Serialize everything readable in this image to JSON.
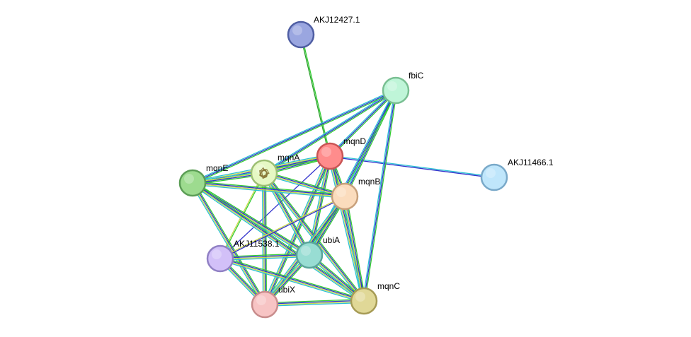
{
  "nodes": [
    {
      "id": "AKJ12427.1",
      "label": "AKJ12427.1",
      "fill": "#9aa6e0",
      "stroke": "#4f5ea3",
      "icon": null
    },
    {
      "id": "fbiC",
      "label": "fbiC",
      "fill": "#bff5d8",
      "stroke": "#79bf92",
      "icon": null
    },
    {
      "id": "mqnD",
      "label": "mqnD",
      "fill": "#ff8c8c",
      "stroke": "#c95555",
      "icon": null
    },
    {
      "id": "AKJ11466.1",
      "label": "AKJ11466.1",
      "fill": "#bfe6fb",
      "stroke": "#79a9c9",
      "icon": null
    },
    {
      "id": "mqnA",
      "label": "mqnA",
      "fill": "#e6f8c4",
      "stroke": "#9dbf74",
      "icon": "protein-structure-icon"
    },
    {
      "id": "mqnE",
      "label": "mqnE",
      "fill": "#9ddb8f",
      "stroke": "#5b9d55",
      "icon": null
    },
    {
      "id": "mqnB",
      "label": "mqnB",
      "fill": "#fbdcbd",
      "stroke": "#c7a07b",
      "icon": null
    },
    {
      "id": "AKJ11538.1",
      "label": "AKJ11538.1",
      "fill": "#d2c0f8",
      "stroke": "#9080c4",
      "icon": null
    },
    {
      "id": "ubiA",
      "label": "ubiA",
      "fill": "#98ddd3",
      "stroke": "#5aa59a",
      "icon": null
    },
    {
      "id": "ubiX",
      "label": "ubiX",
      "fill": "#f7c4c4",
      "stroke": "#c88c8c",
      "icon": null
    },
    {
      "id": "mqnC",
      "label": "mqnC",
      "fill": "#e0d897",
      "stroke": "#a69b55",
      "icon": null
    }
  ],
  "edges": [
    {
      "from": "AKJ12427.1",
      "to": "mqnD",
      "colors": [
        "#33cc33",
        "#2ca02c"
      ]
    },
    {
      "from": "mqnD",
      "to": "AKJ11466.1",
      "colors": [
        "#2bc0d4",
        "#3333cc"
      ]
    },
    {
      "from": "fbiC",
      "to": "mqnD",
      "colors": [
        "#33cc33",
        "#3333cc",
        "#2bc0d4"
      ]
    },
    {
      "from": "fbiC",
      "to": "mqnA",
      "colors": [
        "#33cc33",
        "#3333cc",
        "#2bc0d4"
      ]
    },
    {
      "from": "fbiC",
      "to": "mqnE",
      "colors": [
        "#33cc33",
        "#3333cc",
        "#2bc0d4"
      ]
    },
    {
      "from": "fbiC",
      "to": "mqnB",
      "colors": [
        "#33cc33",
        "#3333cc",
        "#2bc0d4"
      ]
    },
    {
      "from": "fbiC",
      "to": "ubiA",
      "colors": [
        "#33cc33",
        "#3333cc",
        "#2bc0d4"
      ]
    },
    {
      "from": "fbiC",
      "to": "mqnC",
      "colors": [
        "#33cc33",
        "#3333cc",
        "#2bc0d4"
      ]
    },
    {
      "from": "mqnD",
      "to": "mqnA",
      "colors": [
        "#33cc33",
        "#3333cc",
        "#c8d84a",
        "#2bc0d4"
      ]
    },
    {
      "from": "mqnD",
      "to": "mqnE",
      "colors": [
        "#33cc33",
        "#3333cc",
        "#c8d84a",
        "#2bc0d4"
      ]
    },
    {
      "from": "mqnD",
      "to": "mqnB",
      "colors": [
        "#33cc33",
        "#3333cc",
        "#c8d84a",
        "#2bc0d4"
      ]
    },
    {
      "from": "mqnD",
      "to": "AKJ11538.1",
      "colors": [
        "#3333cc"
      ]
    },
    {
      "from": "mqnD",
      "to": "ubiA",
      "colors": [
        "#33cc33",
        "#3333cc",
        "#c8d84a",
        "#2bc0d4"
      ]
    },
    {
      "from": "mqnD",
      "to": "ubiX",
      "colors": [
        "#33cc33",
        "#3333cc",
        "#c8d84a",
        "#2bc0d4"
      ]
    },
    {
      "from": "mqnD",
      "to": "mqnC",
      "colors": [
        "#33cc33",
        "#3333cc",
        "#c8d84a",
        "#2bc0d4"
      ]
    },
    {
      "from": "mqnA",
      "to": "mqnE",
      "colors": [
        "#33cc33",
        "#3333cc",
        "#c8d84a",
        "#2bc0d4"
      ]
    },
    {
      "from": "mqnA",
      "to": "mqnB",
      "colors": [
        "#33cc33",
        "#3333cc",
        "#c8d84a",
        "#2bc0d4"
      ]
    },
    {
      "from": "mqnA",
      "to": "AKJ11538.1",
      "colors": [
        "#33cc33",
        "#c8d84a"
      ]
    },
    {
      "from": "mqnA",
      "to": "ubiA",
      "colors": [
        "#33cc33",
        "#3333cc",
        "#c8d84a",
        "#2bc0d4"
      ]
    },
    {
      "from": "mqnA",
      "to": "ubiX",
      "colors": [
        "#33cc33",
        "#3333cc",
        "#c8d84a",
        "#2bc0d4"
      ]
    },
    {
      "from": "mqnA",
      "to": "mqnC",
      "colors": [
        "#33cc33",
        "#3333cc",
        "#c8d84a",
        "#2bc0d4"
      ]
    },
    {
      "from": "mqnE",
      "to": "mqnB",
      "colors": [
        "#33cc33",
        "#3333cc",
        "#c8d84a",
        "#2bc0d4"
      ]
    },
    {
      "from": "mqnE",
      "to": "ubiA",
      "colors": [
        "#33cc33",
        "#3333cc",
        "#c8d84a",
        "#2bc0d4"
      ]
    },
    {
      "from": "mqnE",
      "to": "ubiX",
      "colors": [
        "#33cc33",
        "#3333cc",
        "#c8d84a",
        "#2bc0d4"
      ]
    },
    {
      "from": "mqnE",
      "to": "mqnC",
      "colors": [
        "#33cc33",
        "#3333cc",
        "#c8d84a",
        "#2bc0d4"
      ]
    },
    {
      "from": "mqnB",
      "to": "AKJ11538.1",
      "colors": [
        "#3333cc",
        "#c8d84a"
      ]
    },
    {
      "from": "mqnB",
      "to": "ubiA",
      "colors": [
        "#33cc33",
        "#3333cc",
        "#c8d84a",
        "#2bc0d4"
      ]
    },
    {
      "from": "mqnB",
      "to": "ubiX",
      "colors": [
        "#33cc33",
        "#3333cc",
        "#c8d84a",
        "#2bc0d4"
      ]
    },
    {
      "from": "mqnB",
      "to": "mqnC",
      "colors": [
        "#33cc33",
        "#3333cc",
        "#c8d84a",
        "#2bc0d4"
      ]
    },
    {
      "from": "AKJ11538.1",
      "to": "ubiA",
      "colors": [
        "#33cc33",
        "#3333cc",
        "#c8d84a",
        "#2bc0d4"
      ]
    },
    {
      "from": "AKJ11538.1",
      "to": "ubiX",
      "colors": [
        "#33cc33",
        "#3333cc",
        "#c8d84a",
        "#2bc0d4"
      ]
    },
    {
      "from": "AKJ11538.1",
      "to": "mqnC",
      "colors": [
        "#33cc33",
        "#3333cc",
        "#c8d84a",
        "#2bc0d4"
      ]
    },
    {
      "from": "ubiA",
      "to": "ubiX",
      "colors": [
        "#33cc33",
        "#3333cc",
        "#c8d84a",
        "#2bc0d4"
      ]
    },
    {
      "from": "ubiA",
      "to": "mqnC",
      "colors": [
        "#33cc33",
        "#3333cc",
        "#c8d84a",
        "#2bc0d4"
      ]
    },
    {
      "from": "ubiX",
      "to": "mqnC",
      "colors": [
        "#33cc33",
        "#3333cc",
        "#c8d84a",
        "#2bc0d4"
      ]
    }
  ]
}
